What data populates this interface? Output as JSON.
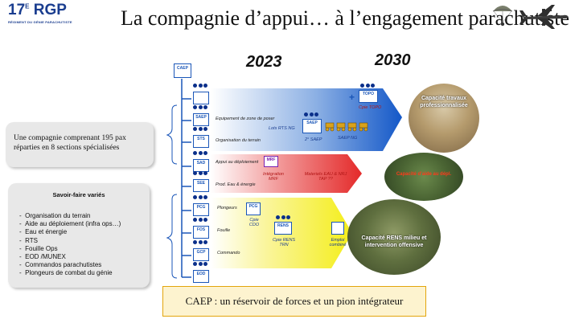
{
  "header": {
    "logo_number": "17",
    "logo_sup": "E",
    "logo_rgp": "RGP",
    "logo_subtitle": "RÉGIMENT DU GÉNIE PARACHUTISTE",
    "title": "La compagnie d’appui… à l’engagement parachutiste"
  },
  "years": {
    "left": "2023",
    "right": "2030"
  },
  "org": {
    "root": "CAEP",
    "sections": [
      "",
      "SAEP",
      "STS",
      "SAD",
      "SEE",
      "PCG",
      "FOS",
      "GCP",
      "EOD"
    ]
  },
  "blue_band": {
    "labels": [
      "Equipement de zone de poser",
      "Organisation du terrain"
    ],
    "rts": "Lots RTS NG",
    "saep2_box": "SAEP",
    "saep2": "2° SAEP",
    "saepng": "SAEP NG",
    "topo_box": "TOPO",
    "topo": "Cpie TOPO"
  },
  "red_band": {
    "labels": [
      "Appui au déploiement",
      "Prod. Eau & énergie"
    ],
    "mrf_box": "MRF",
    "integration": "Intégration MRF",
    "materiel": "Materiels EAU & NRJ TAP ??"
  },
  "yellow_band": {
    "labels": [
      "Plongeurs",
      "Fouille",
      "Commando"
    ],
    "pcg_box": "PCG",
    "cpie_cdo": "Cpie CDO",
    "rens_box": "RENS",
    "cpie_rens": "Cpie RENS TRN",
    "emploi": "Emploi combiné"
  },
  "left_panel_1": {
    "text": "Une compagnie comprenant 195 pax réparties en 8 sections spécialisées"
  },
  "left_panel_2": {
    "title": "Savoir-faire variés",
    "items": [
      "Organisation du terrain",
      "Aide au déploiement (infra ops…)",
      "Eau et énergie",
      "RTS",
      "Fouille Ops",
      "EOD /MUNEX",
      "Commandos parachutistes",
      "Plongeurs de combat du génie"
    ]
  },
  "circles": {
    "travaux": "Capacité travaux professionnalisée",
    "deploiement": "Capacité d’aide au dépl.",
    "rens": "Capacité RENS milieu et intervention offensive"
  },
  "banner": {
    "text": "CAEP : un réservoir de forces et un pion intégrateur"
  },
  "colors": {
    "accent_blue": "#1a56b8",
    "dark_blue": "#0a2f8a",
    "band_red": "#e42a2a",
    "band_yellow": "#f4ee1a",
    "orange": "#e3a50c"
  }
}
